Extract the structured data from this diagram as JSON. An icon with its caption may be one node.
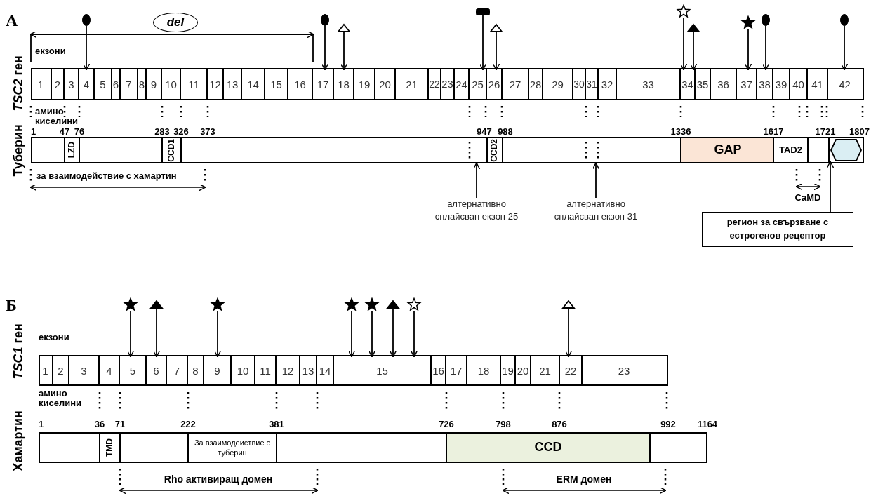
{
  "diagram": {
    "nodes": [
      {
        "text": [
          "del"
        ]
      },
      {
        "text": [],
        "shape": "circle"
      },
      {
        "text": [],
        "shape": "circle"
      },
      {
        "text": [],
        "shape": "triangle"
      },
      {
        "text": [],
        "shape": "box"
      },
      {
        "text": [],
        "shape": "triangle"
      },
      {
        "text": [],
        "shape": "star"
      },
      {
        "text": [],
        "shape": "triangle"
      },
      {
        "text": [],
        "shape": "star"
      },
      {
        "text": [],
        "shape": "circle"
      },
      {
        "text": [],
        "shape": "circle"
      },
      {
        "text": [],
        "shape": "bar",
        "beside": [
          "*TSC2* ген"
        ]
      },
      {
        "text": [
          "1"
        ],
        "in": 11
      },
      {
        "text": [
          "2"
        ],
        "in": 11
      },
      {
        "text": [
          "3"
        ],
        "in": 11
      },
      {
        "text": [
          "4"
        ],
        "in": 11
      },
      {
        "text": [
          "5"
        ],
        "in": 11
      },
      {
        "text": [
          "6"
        ],
        "in": 11
      },
      {
        "text": [
          "7"
        ],
        "in": 11
      },
      {
        "text": [
          "8"
        ],
        "in": 11
      },
      {
        "text": [
          "9"
        ],
        "in": 11
      },
      {
        "text": [
          "10"
        ],
        "in": 11
      },
      {
        "text": [
          "11"
        ],
        "in": 11
      },
      {
        "text": [
          "12"
        ],
        "in": 11
      },
      {
        "text": [
          "13"
        ],
        "in": 11
      },
      {
        "text": [
          "14"
        ],
        "in": 11
      },
      {
        "text": [
          "15"
        ],
        "in": 11
      },
      {
        "text": [
          "16"
        ],
        "in": 11
      },
      {
        "text": [
          "17"
        ],
        "in": 11
      },
      {
        "text": [
          "18"
        ],
        "in": 11
      },
      {
        "text": [
          "19"
        ],
        "in": 11
      },
      {
        "text": [
          "20"
        ],
        "in": 11
      },
      {
        "text": [
          "21"
        ],
        "in": 11
      },
      {
        "text": [
          "22"
        ],
        "in": 11
      },
      {
        "text": [
          "23"
        ],
        "in": 11
      },
      {
        "text": [
          "24"
        ],
        "in": 11
      },
      {
        "text": [
          "25"
        ],
        "in": 11
      },
      {
        "text": [
          "26"
        ],
        "in": 11
      },
      {
        "text": [
          "27"
        ],
        "in": 11
      },
      {
        "text": [
          "28"
        ],
        "in": 11
      },
      {
        "text": [
          "29"
        ],
        "in": 11
      },
      {
        "text": [
          "30"
        ],
        "in": 11
      },
      {
        "text": [
          "31"
        ],
        "in": 11
      },
      {
        "text": [
          "32"
        ],
        "in": 11
      },
      {
        "text": [
          "33"
        ],
        "in": 11
      },
      {
        "text": [
          "34"
        ],
        "in": 11
      },
      {
        "text": [
          "35"
        ],
        "in": 11
      },
      {
        "text": [
          "36"
        ],
        "in": 11
      },
      {
        "text": [
          "37"
        ],
        "in": 11
      },
      {
        "text": [
          "38"
        ],
        "in": 11
      },
      {
        "text": [
          "39"
        ],
        "in": 11
      },
      {
        "text": [
          "40"
        ],
        "in": 11
      },
      {
        "text": [
          "41"
        ],
        "in": 11
      },
      {
        "text": [
          "42"
        ],
        "in": 11
      },
      {
        "text": [],
        "shape": "bar",
        "beside": [
          "Туберин"
        ]
      },
      {
        "text": [
          "LZD"
        ],
        "in": 54
      },
      {
        "text": [
          "CCD1"
        ],
        "in": 54
      },
      {
        "text": [
          "CCD2"
        ],
        "in": 54
      },
      {
        "text": [
          "GAP"
        ],
        "in": 54
      },
      {
        "text": [
          "TAD2"
        ],
        "in": 54
      },
      {
        "text": [],
        "shape": "hexagon",
        "in": 54
      },
      {
        "text": [
          "алтернативно сплайсван екзон 25"
        ]
      },
      {
        "text": [
          "алтернативно сплайсван екзон 31"
        ]
      },
      {
        "text": [
          "регион за свързване с естрогенов рецептор"
        ]
      },
      {
        "text": [],
        "shape": "star"
      },
      {
        "text": [],
        "shape": "triangle"
      },
      {
        "text": [],
        "shape": "star"
      },
      {
        "text": [],
        "shape": "star"
      },
      {
        "text": [],
        "shape": "star"
      },
      {
        "text": [],
        "shape": "triangle"
      },
      {
        "text": [],
        "shape": "star"
      },
      {
        "text": [],
        "shape": "triangle"
      },
      {
        "text": [],
        "shape": "bar",
        "beside": [
          "*TSC1* ген"
        ]
      },
      {
        "text": [
          "1"
        ],
        "in": 72
      },
      {
        "text": [
          "2"
        ],
        "in": 72
      },
      {
        "text": [
          "3"
        ],
        "in": 72
      },
      {
        "text": [
          "4"
        ],
        "in": 72
      },
      {
        "text": [
          "5"
        ],
        "in": 72
      },
      {
        "text": [
          "6"
        ],
        "in": 72
      },
      {
        "text": [
          "7"
        ],
        "in": 72
      },
      {
        "text": [
          "8"
        ],
        "in": 72
      },
      {
        "text": [
          "9"
        ],
        "in": 72
      },
      {
        "text": [
          "10"
        ],
        "in": 72
      },
      {
        "text": [
          "11"
        ],
        "in": 72
      },
      {
        "text": [
          "12"
        ],
        "in": 72
      },
      {
        "text": [
          "13"
        ],
        "in": 72
      },
      {
        "text": [
          "14"
        ],
        "in": 72
      },
      {
        "text": [
          "15"
        ],
        "in": 72
      },
      {
        "text": [
          "16"
        ],
        "in": 72
      },
      {
        "text": [
          "17"
        ],
        "in": 72
      },
      {
        "text": [
          "18"
        ],
        "in": 72
      },
      {
        "text": [
          "19"
        ],
        "in": 72
      },
      {
        "text": [
          "20"
        ],
        "in": 72
      },
      {
        "text": [
          "21"
        ],
        "in": 72
      },
      {
        "text": [
          "22"
        ],
        "in": 72
      },
      {
        "text": [
          "23"
        ],
        "in": 72
      },
      {
        "text": [],
        "shape": "bar",
        "beside": [
          "Хамартин"
        ]
      },
      {
        "text": [
          "TMD"
        ],
        "in": 96
      },
      {
        "text": [
          "За взаимодеиствие с туберин"
        ],
        "in": 96
      },
      {
        "text": [
          "CCD"
        ],
        "in": 96
      }
    ],
    "edges": [
      {
        "from": 1,
        "to": 15,
        "arrow": "to"
      },
      {
        "from": 2,
        "to": 28,
        "arrow": "to"
      },
      {
        "from": 3,
        "to": 29,
        "arrow": "to"
      },
      {
        "from": 4,
        "to": 36,
        "arrow": "to"
      },
      {
        "from": 5,
        "to": 37,
        "arrow": "to"
      },
      {
        "from": 6,
        "to": 45,
        "arrow": "to"
      },
      {
        "from": 7,
        "to": 45,
        "arrow": "to"
      },
      {
        "from": 8,
        "to": 48,
        "arrow": "to"
      },
      {
        "from": 9,
        "to": 49,
        "arrow": "to"
      },
      {
        "from": 10,
        "to": 53,
        "arrow": "to"
      },
      {
        "from": 61,
        "to": 54,
        "arrow": "to"
      },
      {
        "from": 62,
        "to": 54,
        "arrow": "to"
      },
      {
        "from": 63,
        "to": 60,
        "arrow": "to"
      },
      {
        "from": 64,
        "to": 77,
        "arrow": "to"
      },
      {
        "from": 65,
        "to": 78,
        "arrow": "to"
      },
      {
        "from": 66,
        "to": 81,
        "arrow": "to"
      },
      {
        "from": 67,
        "to": 87,
        "arrow": "to"
      },
      {
        "from": 68,
        "to": 87,
        "arrow": "to"
      },
      {
        "from": 69,
        "to": 87,
        "arrow": "to"
      },
      {
        "from": 70,
        "to": 87,
        "arrow": "to"
      },
      {
        "from": 71,
        "to": 94,
        "arrow": "to"
      }
    ],
    "labels": [
      "А",
      "екзони",
      "амино киселини",
      "1",
      "47",
      "76",
      "283",
      "326",
      "373",
      "947",
      "988",
      "1336",
      "1617",
      "1721",
      "1807",
      "за взаимодействие с хамартин",
      "CaMD",
      "Б",
      "екзони",
      "амино киселини",
      "1",
      "36",
      "71",
      "222",
      "381",
      "726",
      "798",
      "876",
      "992",
      "1164",
      "Rho активиращ домен",
      "ERM домен"
    ]
  }
}
